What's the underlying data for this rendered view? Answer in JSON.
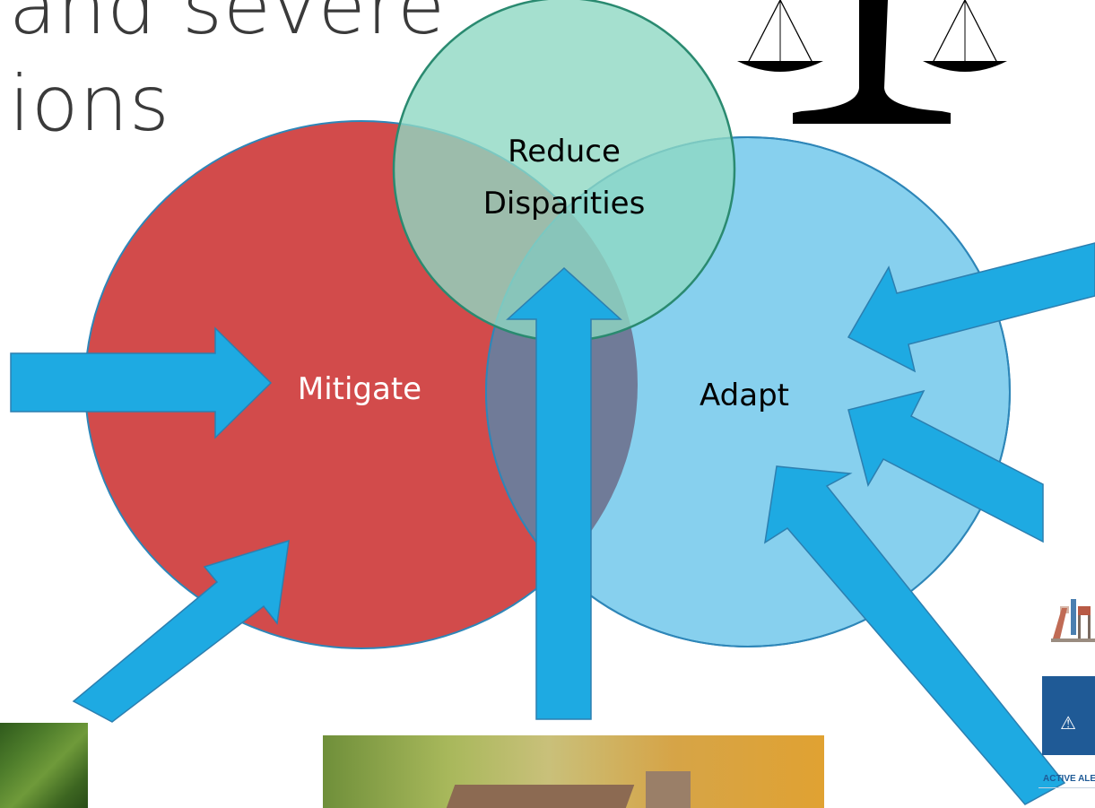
{
  "title": {
    "line1": "and severe",
    "line2": "ions"
  },
  "circles": {
    "mitigate": {
      "label": "Mitigate",
      "fill": "#d24b4b",
      "label_color": "#ffffff"
    },
    "adapt": {
      "label": "Adapt",
      "fill": "#87d0ee",
      "label_color": "#000000"
    },
    "reduce": {
      "label_line1": "Reduce",
      "label_line2": "Disparities",
      "fill": "#8fd8c3",
      "label_color": "#000000"
    }
  },
  "colors": {
    "arrow_fill": "#1eaae2",
    "arrow_stroke": "#2c7fb0",
    "circle_outline": "#2e86b8",
    "reduce_outline": "#2a8a70",
    "scale_icon": "#000000",
    "alert_panel": "#1f5a96"
  },
  "icons": {
    "justice_scale": "balance-scale-icon",
    "warning": "warning-triangle-icon",
    "playground": "playground-icon"
  },
  "alert": {
    "symbol": "⚠",
    "text": "ACTIVE ALEF"
  }
}
